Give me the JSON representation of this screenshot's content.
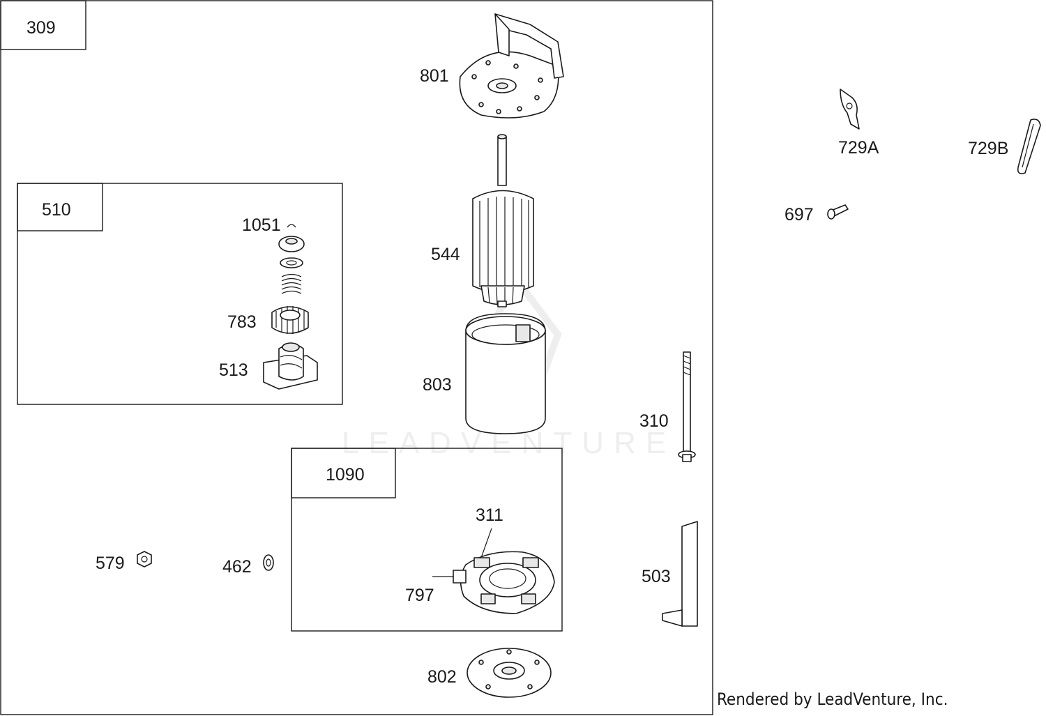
{
  "assembly": {
    "id": "309"
  },
  "subassemblies": [
    {
      "id": "510"
    },
    {
      "id": "1090"
    }
  ],
  "parts": [
    {
      "number": "801"
    },
    {
      "number": "544"
    },
    {
      "number": "803"
    },
    {
      "number": "1051"
    },
    {
      "number": "783"
    },
    {
      "number": "513"
    },
    {
      "number": "310"
    },
    {
      "number": "311"
    },
    {
      "number": "797"
    },
    {
      "number": "503"
    },
    {
      "number": "579"
    },
    {
      "number": "462"
    },
    {
      "number": "802"
    },
    {
      "number": "729A"
    },
    {
      "number": "729B"
    },
    {
      "number": "697"
    }
  ],
  "watermark": "LEADVENTURE",
  "credit": "Rendered by LeadVenture, Inc."
}
